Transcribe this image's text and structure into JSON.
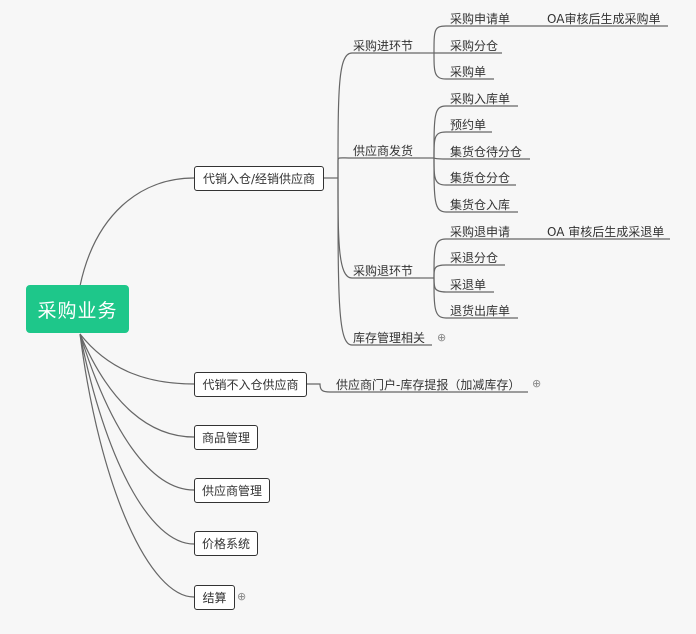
{
  "root": "采购业务",
  "branches": {
    "b1": "代销入仓/经销供应商",
    "b2": "代销不入仓供应商",
    "b3": "商品管理",
    "b4": "供应商管理",
    "b5": "价格系统",
    "b6": "结算"
  },
  "b1_children": {
    "c1": "采购进环节",
    "c2": "供应商发货",
    "c3": "采购退环节",
    "c4": "库存管理相关"
  },
  "purchase_in": {
    "l1": "采购申请单",
    "l1_note": "OA审核后生成采购单",
    "l2": "采购分仓",
    "l3": "采购单"
  },
  "supplier_ship": {
    "l1": "采购入库单",
    "l2": "预约单",
    "l3": "集货仓待分仓",
    "l4": "集货仓分仓",
    "l5": "集货仓入库"
  },
  "purchase_return": {
    "l1": "采购退申请",
    "l1_note": "OA 审核后生成采退单",
    "l2": "采退分仓",
    "l3": "采退单",
    "l4": "退货出库单"
  },
  "b2_child": "供应商门户-库存提报（加减库存）",
  "collapsed_icon": "plus-circle-icon"
}
